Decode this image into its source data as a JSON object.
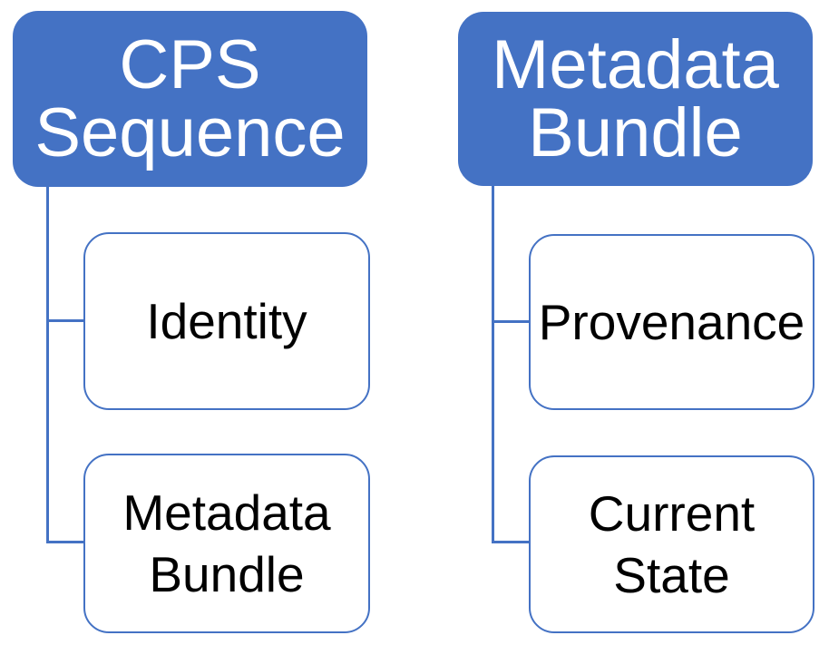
{
  "diagram": {
    "kind": "hierarchy",
    "colors": {
      "root_fill": "#4472C4",
      "root_text": "#FFFFFF",
      "child_fill": "#FFFFFF",
      "child_border": "#4472C4",
      "child_text": "#000000",
      "connector": "#4472C4",
      "background": "#FFFFFF"
    },
    "trees": [
      {
        "root": {
          "label": "CPS\nSequence"
        },
        "children": [
          {
            "label": "Identity"
          },
          {
            "label": "Metadata\nBundle"
          }
        ]
      },
      {
        "root": {
          "label": "Metadata\nBundle"
        },
        "children": [
          {
            "label": "Provenance"
          },
          {
            "label": "Current\nState"
          }
        ]
      }
    ]
  }
}
